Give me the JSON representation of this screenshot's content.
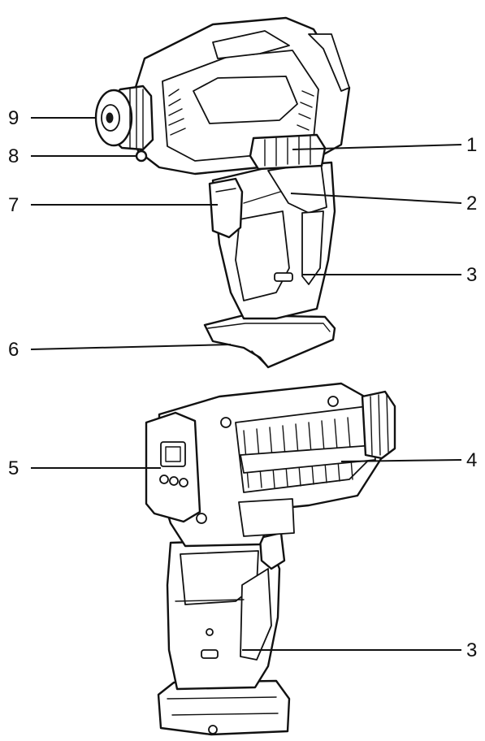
{
  "callouts": [
    {
      "id": "c9",
      "text": "9"
    },
    {
      "id": "c8",
      "text": "8"
    },
    {
      "id": "c7",
      "text": "7"
    },
    {
      "id": "c6",
      "text": "6"
    },
    {
      "id": "c5",
      "text": "5"
    },
    {
      "id": "c1",
      "text": "1"
    },
    {
      "id": "c2",
      "text": "2"
    },
    {
      "id": "c3a",
      "text": "3"
    },
    {
      "id": "c4",
      "text": "4"
    },
    {
      "id": "c3b",
      "text": "3"
    }
  ]
}
